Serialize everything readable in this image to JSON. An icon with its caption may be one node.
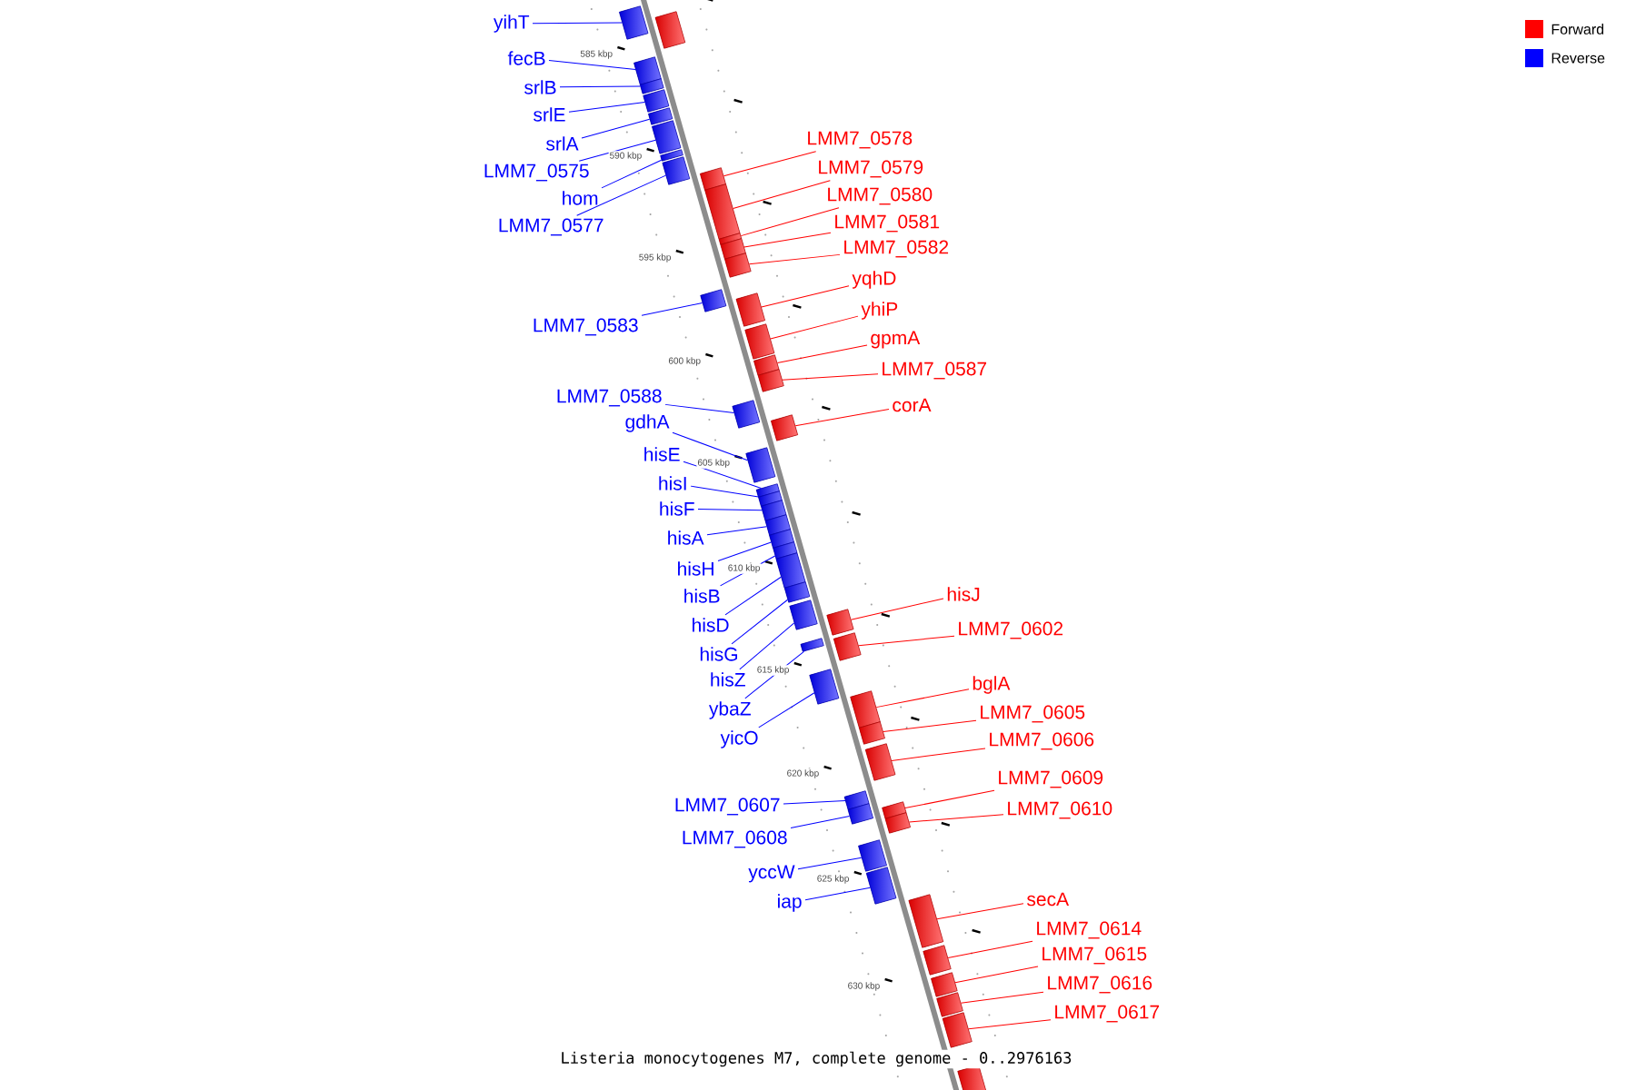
{
  "diagram": {
    "caption": "Listeria monocytogenes M7, complete genome - 0..2976163",
    "nodes": [
      {
        "text": [
          "yihT"
        ]
      },
      {
        "text": [],
        "shape": "box"
      },
      {
        "text": [
          "fecB"
        ]
      },
      {
        "text": [],
        "shape": "box"
      },
      {
        "text": [
          "srlB"
        ]
      },
      {
        "text": [],
        "shape": "box"
      },
      {
        "text": [
          "srlE"
        ]
      },
      {
        "text": [],
        "shape": "box"
      },
      {
        "text": [
          "srlA"
        ]
      },
      {
        "text": [],
        "shape": "box"
      },
      {
        "text": [
          "LMM7_0575"
        ]
      },
      {
        "text": [],
        "shape": "box"
      },
      {
        "text": [
          "hom"
        ]
      },
      {
        "text": [],
        "shape": "box"
      },
      {
        "text": [
          "LMM7_0577"
        ]
      },
      {
        "text": [],
        "shape": "box"
      },
      {
        "text": [
          "LMM7_0583"
        ]
      },
      {
        "text": [],
        "shape": "box"
      },
      {
        "text": [
          "LMM7_0588"
        ]
      },
      {
        "text": [],
        "shape": "box"
      },
      {
        "text": [
          "gdhA"
        ]
      },
      {
        "text": [],
        "shape": "box"
      },
      {
        "text": [
          "hisE"
        ]
      },
      {
        "text": [],
        "shape": "box"
      },
      {
        "text": [
          "hisI"
        ]
      },
      {
        "text": [],
        "shape": "box"
      },
      {
        "text": [
          "hisF"
        ]
      },
      {
        "text": [],
        "shape": "box"
      },
      {
        "text": [
          "hisA"
        ]
      },
      {
        "text": [],
        "shape": "box"
      },
      {
        "text": [
          "hisH"
        ]
      },
      {
        "text": [],
        "shape": "box"
      },
      {
        "text": [
          "hisB"
        ]
      },
      {
        "text": [],
        "shape": "box"
      },
      {
        "text": [
          "hisD"
        ]
      },
      {
        "text": [],
        "shape": "box"
      },
      {
        "text": [
          "hisG"
        ]
      },
      {
        "text": [],
        "shape": "box"
      },
      {
        "text": [
          "hisZ"
        ]
      },
      {
        "text": [],
        "shape": "box"
      },
      {
        "text": [
          "ybaZ"
        ]
      },
      {
        "text": [],
        "shape": "box"
      },
      {
        "text": [
          "yicO"
        ]
      },
      {
        "text": [],
        "shape": "box"
      },
      {
        "text": [
          "LMM7_0607"
        ]
      },
      {
        "text": [],
        "shape": "box"
      },
      {
        "text": [
          "LMM7_0608"
        ]
      },
      {
        "text": [],
        "shape": "box"
      },
      {
        "text": [
          "yccW"
        ]
      },
      {
        "text": [],
        "shape": "box"
      },
      {
        "text": [
          "iap"
        ]
      },
      {
        "text": [],
        "shape": "box"
      },
      {
        "text": [],
        "shape": "box"
      },
      {
        "text": [
          "LMM7_0578"
        ]
      },
      {
        "text": [],
        "shape": "box"
      },
      {
        "text": [
          "LMM7_0579"
        ]
      },
      {
        "text": [],
        "shape": "box"
      },
      {
        "text": [
          "LMM7_0580"
        ]
      },
      {
        "text": [],
        "shape": "box"
      },
      {
        "text": [
          "LMM7_0581"
        ]
      },
      {
        "text": [],
        "shape": "box"
      },
      {
        "text": [
          "LMM7_0582"
        ]
      },
      {
        "text": [],
        "shape": "box"
      },
      {
        "text": [
          "yqhD"
        ]
      },
      {
        "text": [],
        "shape": "box"
      },
      {
        "text": [
          "yhiP"
        ]
      },
      {
        "text": [],
        "shape": "box"
      },
      {
        "text": [
          "gpmA"
        ]
      },
      {
        "text": [],
        "shape": "box"
      },
      {
        "text": [
          "LMM7_0587"
        ]
      },
      {
        "text": [],
        "shape": "box"
      },
      {
        "text": [
          "corA"
        ]
      },
      {
        "text": [],
        "shape": "box"
      },
      {
        "text": [
          "hisJ"
        ]
      },
      {
        "text": [],
        "shape": "box"
      },
      {
        "text": [
          "LMM7_0602"
        ]
      },
      {
        "text": [],
        "shape": "box"
      },
      {
        "text": [
          "bglA"
        ]
      },
      {
        "text": [],
        "shape": "box"
      },
      {
        "text": [
          "LMM7_0605"
        ]
      },
      {
        "text": [],
        "shape": "box"
      },
      {
        "text": [
          "LMM7_0606"
        ]
      },
      {
        "text": [],
        "shape": "box"
      },
      {
        "text": [
          "LMM7_0609"
        ]
      },
      {
        "text": [],
        "shape": "box"
      },
      {
        "text": [
          "LMM7_0610"
        ]
      },
      {
        "text": [],
        "shape": "box"
      },
      {
        "text": [
          "secA"
        ]
      },
      {
        "text": [],
        "shape": "box"
      },
      {
        "text": [
          "LMM7_0614"
        ]
      },
      {
        "text": [],
        "shape": "box"
      },
      {
        "text": [
          "LMM7_0615"
        ]
      },
      {
        "text": [],
        "shape": "box"
      },
      {
        "text": [
          "LMM7_0616"
        ]
      },
      {
        "text": [],
        "shape": "box"
      },
      {
        "text": [
          "LMM7_0617"
        ]
      },
      {
        "text": [],
        "shape": "box"
      },
      {
        "text": [],
        "shape": "box"
      }
    ],
    "edges": [
      {
        "from": 0,
        "to": 1,
        "arrow": "none"
      },
      {
        "from": 2,
        "to": 3,
        "arrow": "none"
      },
      {
        "from": 4,
        "to": 5,
        "arrow": "none"
      },
      {
        "from": 6,
        "to": 7,
        "arrow": "none"
      },
      {
        "from": 8,
        "to": 9,
        "arrow": "none"
      },
      {
        "from": 10,
        "to": 11,
        "arrow": "none"
      },
      {
        "from": 12,
        "to": 13,
        "arrow": "none"
      },
      {
        "from": 14,
        "to": 15,
        "arrow": "none"
      },
      {
        "from": 16,
        "to": 17,
        "arrow": "none"
      },
      {
        "from": 18,
        "to": 19,
        "arrow": "none"
      },
      {
        "from": 20,
        "to": 21,
        "arrow": "none"
      },
      {
        "from": 22,
        "to": 23,
        "arrow": "none"
      },
      {
        "from": 24,
        "to": 25,
        "arrow": "none"
      },
      {
        "from": 26,
        "to": 27,
        "arrow": "none"
      },
      {
        "from": 28,
        "to": 29,
        "arrow": "none"
      },
      {
        "from": 30,
        "to": 31,
        "arrow": "none"
      },
      {
        "from": 32,
        "to": 33,
        "arrow": "none"
      },
      {
        "from": 34,
        "to": 35,
        "arrow": "none"
      },
      {
        "from": 36,
        "to": 37,
        "arrow": "none"
      },
      {
        "from": 38,
        "to": 39,
        "arrow": "none"
      },
      {
        "from": 40,
        "to": 41,
        "arrow": "none"
      },
      {
        "from": 42,
        "to": 43,
        "arrow": "none"
      },
      {
        "from": 44,
        "to": 45,
        "arrow": "none"
      },
      {
        "from": 46,
        "to": 47,
        "arrow": "none"
      },
      {
        "from": 48,
        "to": 49,
        "arrow": "none"
      },
      {
        "from": 50,
        "to": 51,
        "arrow": "none"
      },
      {
        "from": 53,
        "to": 54,
        "arrow": "none",
        "color": "#ff0000"
      },
      {
        "from": 55,
        "to": 56,
        "arrow": "none",
        "color": "#ff0000"
      },
      {
        "from": 57,
        "to": 58,
        "arrow": "none",
        "color": "#ff0000"
      },
      {
        "from": 59,
        "to": 60,
        "arrow": "none",
        "color": "#ff0000"
      },
      {
        "from": 61,
        "to": 62,
        "arrow": "none",
        "color": "#ff0000"
      },
      {
        "from": 63,
        "to": 64,
        "arrow": "none",
        "color": "#ff0000"
      },
      {
        "from": 65,
        "to": 66,
        "arrow": "none",
        "color": "#ff0000"
      },
      {
        "from": 67,
        "to": 68,
        "arrow": "none",
        "color": "#ff0000"
      },
      {
        "from": 69,
        "to": 70,
        "arrow": "none",
        "color": "#ff0000"
      },
      {
        "from": 71,
        "to": 72,
        "arrow": "none",
        "color": "#ff0000"
      },
      {
        "from": 73,
        "to": 74,
        "arrow": "none",
        "color": "#ff0000"
      },
      {
        "from": 75,
        "to": 76,
        "arrow": "none",
        "color": "#ff0000"
      },
      {
        "from": 77,
        "to": 78,
        "arrow": "none",
        "color": "#ff0000"
      },
      {
        "from": 79,
        "to": 80,
        "arrow": "none",
        "color": "#ff0000"
      },
      {
        "from": 81,
        "to": 82,
        "arrow": "none",
        "color": "#ff0000"
      },
      {
        "from": 83,
        "to": 84,
        "arrow": "none",
        "color": "#ff0000"
      },
      {
        "from": 85,
        "to": 86,
        "arrow": "none",
        "color": "#ff0000"
      },
      {
        "from": 87,
        "to": 88,
        "arrow": "none",
        "color": "#ff0000"
      },
      {
        "from": 89,
        "to": 90,
        "arrow": "none",
        "color": "#ff0000"
      },
      {
        "from": 91,
        "to": 92,
        "arrow": "none",
        "color": "#ff0000"
      },
      {
        "from": 93,
        "to": 94,
        "arrow": "none",
        "color": "#ff0000"
      },
      {
        "from": 95,
        "to": 96,
        "arrow": "none",
        "color": "#ff0000"
      }
    ],
    "labels": [
      "585 kbp",
      "590 kbp",
      "595 kbp",
      "600 kbp",
      "605 kbp",
      "610 kbp",
      "615 kbp",
      "620 kbp",
      "625 kbp",
      "630 kbp"
    ],
    "legend": [
      {
        "text": "Forward",
        "color": "#ff0000"
      },
      {
        "text": "Reverse",
        "color": "#0000ff"
      }
    ]
  }
}
